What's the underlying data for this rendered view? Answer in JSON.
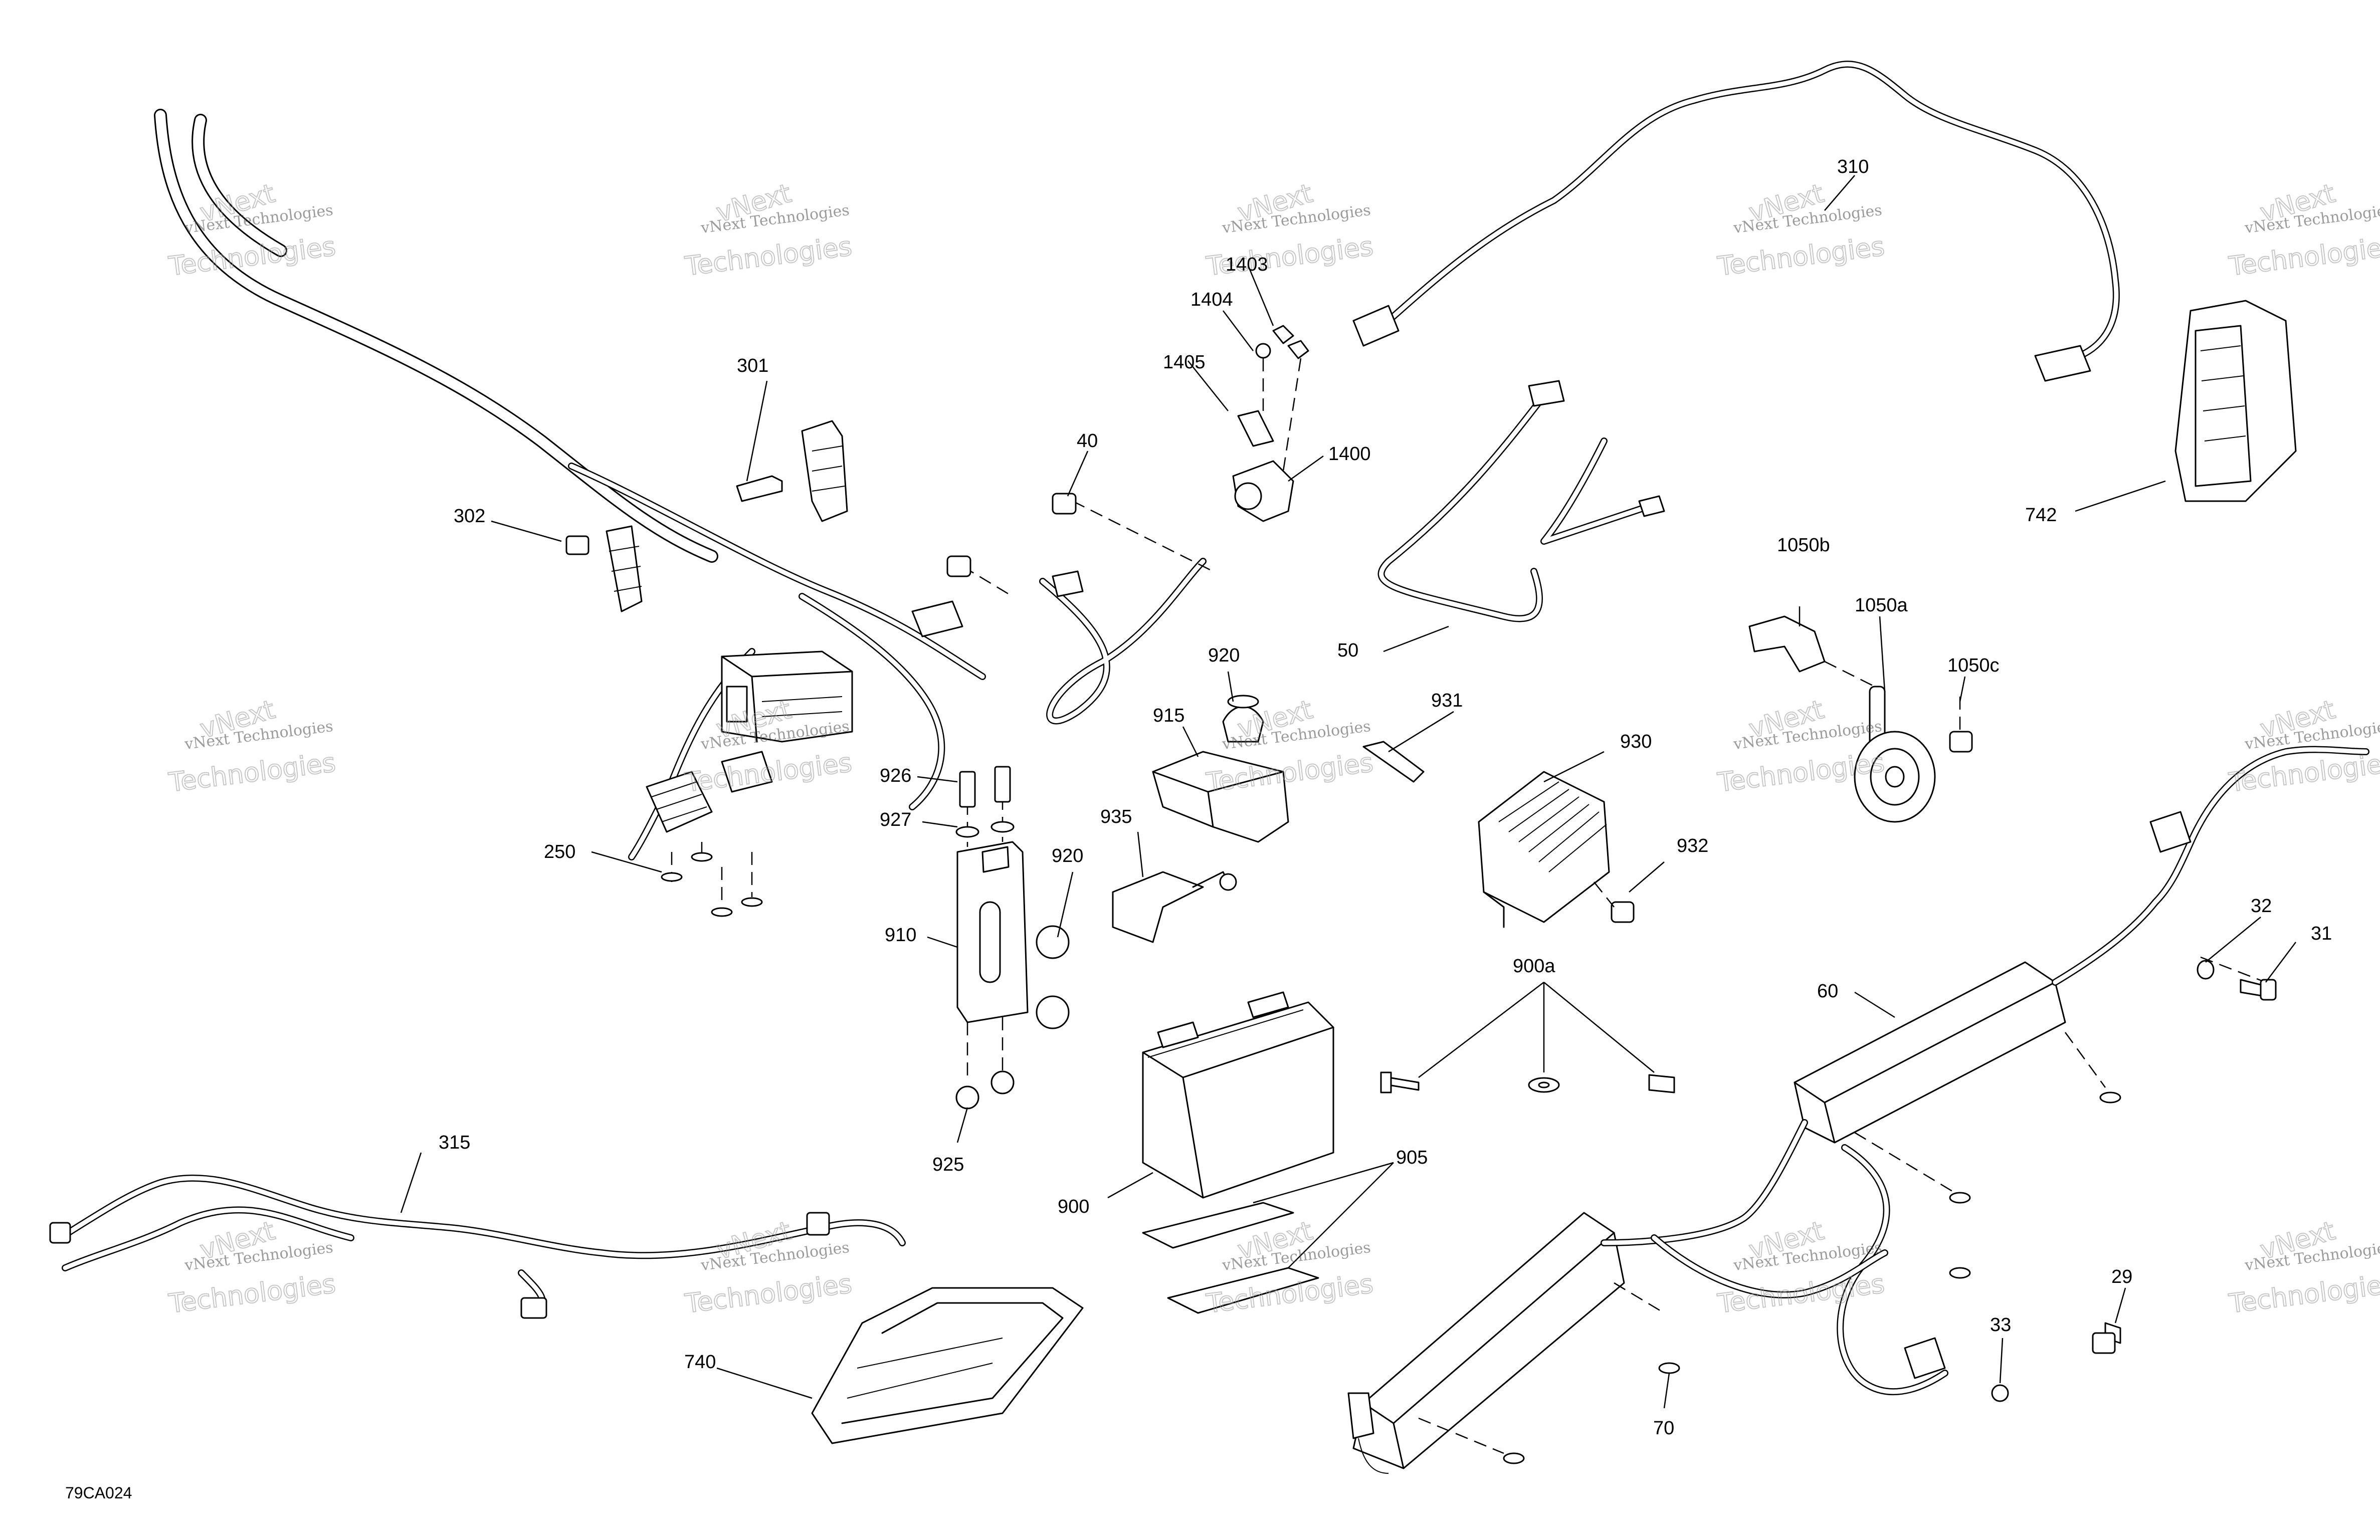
{
  "figure_code": "79CA024",
  "watermark": {
    "line1": "vNext Technologies",
    "line2": "vNext",
    "line3": "Technologies"
  },
  "labels": {
    "p301": "301",
    "p302": "302",
    "p250": "250",
    "p40": "40",
    "p1403": "1403",
    "p1404": "1404",
    "p1405": "1405",
    "p1400": "1400",
    "p310": "310",
    "p742": "742",
    "p50": "50",
    "p1050b": "1050b",
    "p1050a": "1050a",
    "p1050c": "1050c",
    "p920a": "920",
    "p915": "915",
    "p931": "931",
    "p930": "930",
    "p926": "926",
    "p927": "927",
    "p935": "935",
    "p920b": "920",
    "p910": "910",
    "p932": "932",
    "p900a": "900a",
    "p925": "925",
    "p900": "900",
    "p905": "905",
    "p315": "315",
    "p740": "740",
    "p60": "60",
    "p32": "32",
    "p31": "31",
    "p29": "29",
    "p33": "33",
    "p70": "70"
  }
}
